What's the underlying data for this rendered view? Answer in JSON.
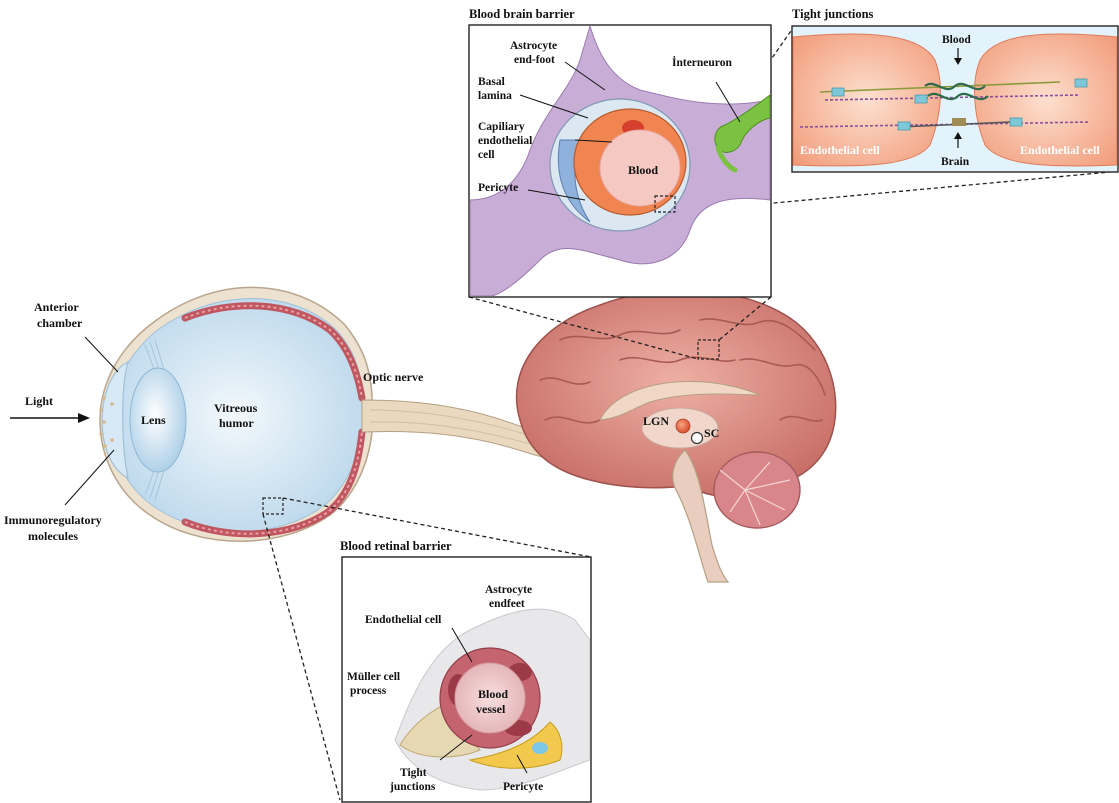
{
  "eye": {
    "anterior_chamber": [
      "Anterior",
      "chamber"
    ],
    "light": "Light",
    "lens": "Lens",
    "vitreous": [
      "Vitreous",
      "humor"
    ],
    "immuno": [
      "Immunoregulatory",
      "molecules"
    ],
    "optic_nerve": "Optic nerve"
  },
  "brain": {
    "lgn": "LGN",
    "sc": "SC"
  },
  "bbb": {
    "title": "Blood brain barrier",
    "astro": [
      "Astrocyte",
      "end-foot"
    ],
    "basal": [
      "Basal",
      "lamina"
    ],
    "capillary": [
      "Capiliary",
      "endothelial",
      "cell"
    ],
    "blood": "Blood",
    "pericyte": "Pericyte",
    "interneuron": "İnterneuron"
  },
  "tj": {
    "title": "Tight junctions",
    "blood": "Blood",
    "brain": "Brain",
    "endo_left": "Endothelial cell",
    "endo_right": "Endothelial cell"
  },
  "brb": {
    "title": "Blood retinal barrier",
    "astro": [
      "Astrocyte",
      "endfeet"
    ],
    "endo": "Endothelial cell",
    "muller": [
      "Müller cell",
      "process"
    ],
    "vessel": [
      "Blood",
      "vessel"
    ],
    "tight": [
      "Tight",
      "junctions"
    ],
    "pericyte": "Pericyte"
  },
  "colors": {
    "eye_fluid": "#cfe4f2",
    "retina": "#c0565f",
    "brain": "#d4837c",
    "endothelial": "#f08552",
    "astrocyte": "#b89ac9",
    "interneuron": "#7cc242"
  }
}
